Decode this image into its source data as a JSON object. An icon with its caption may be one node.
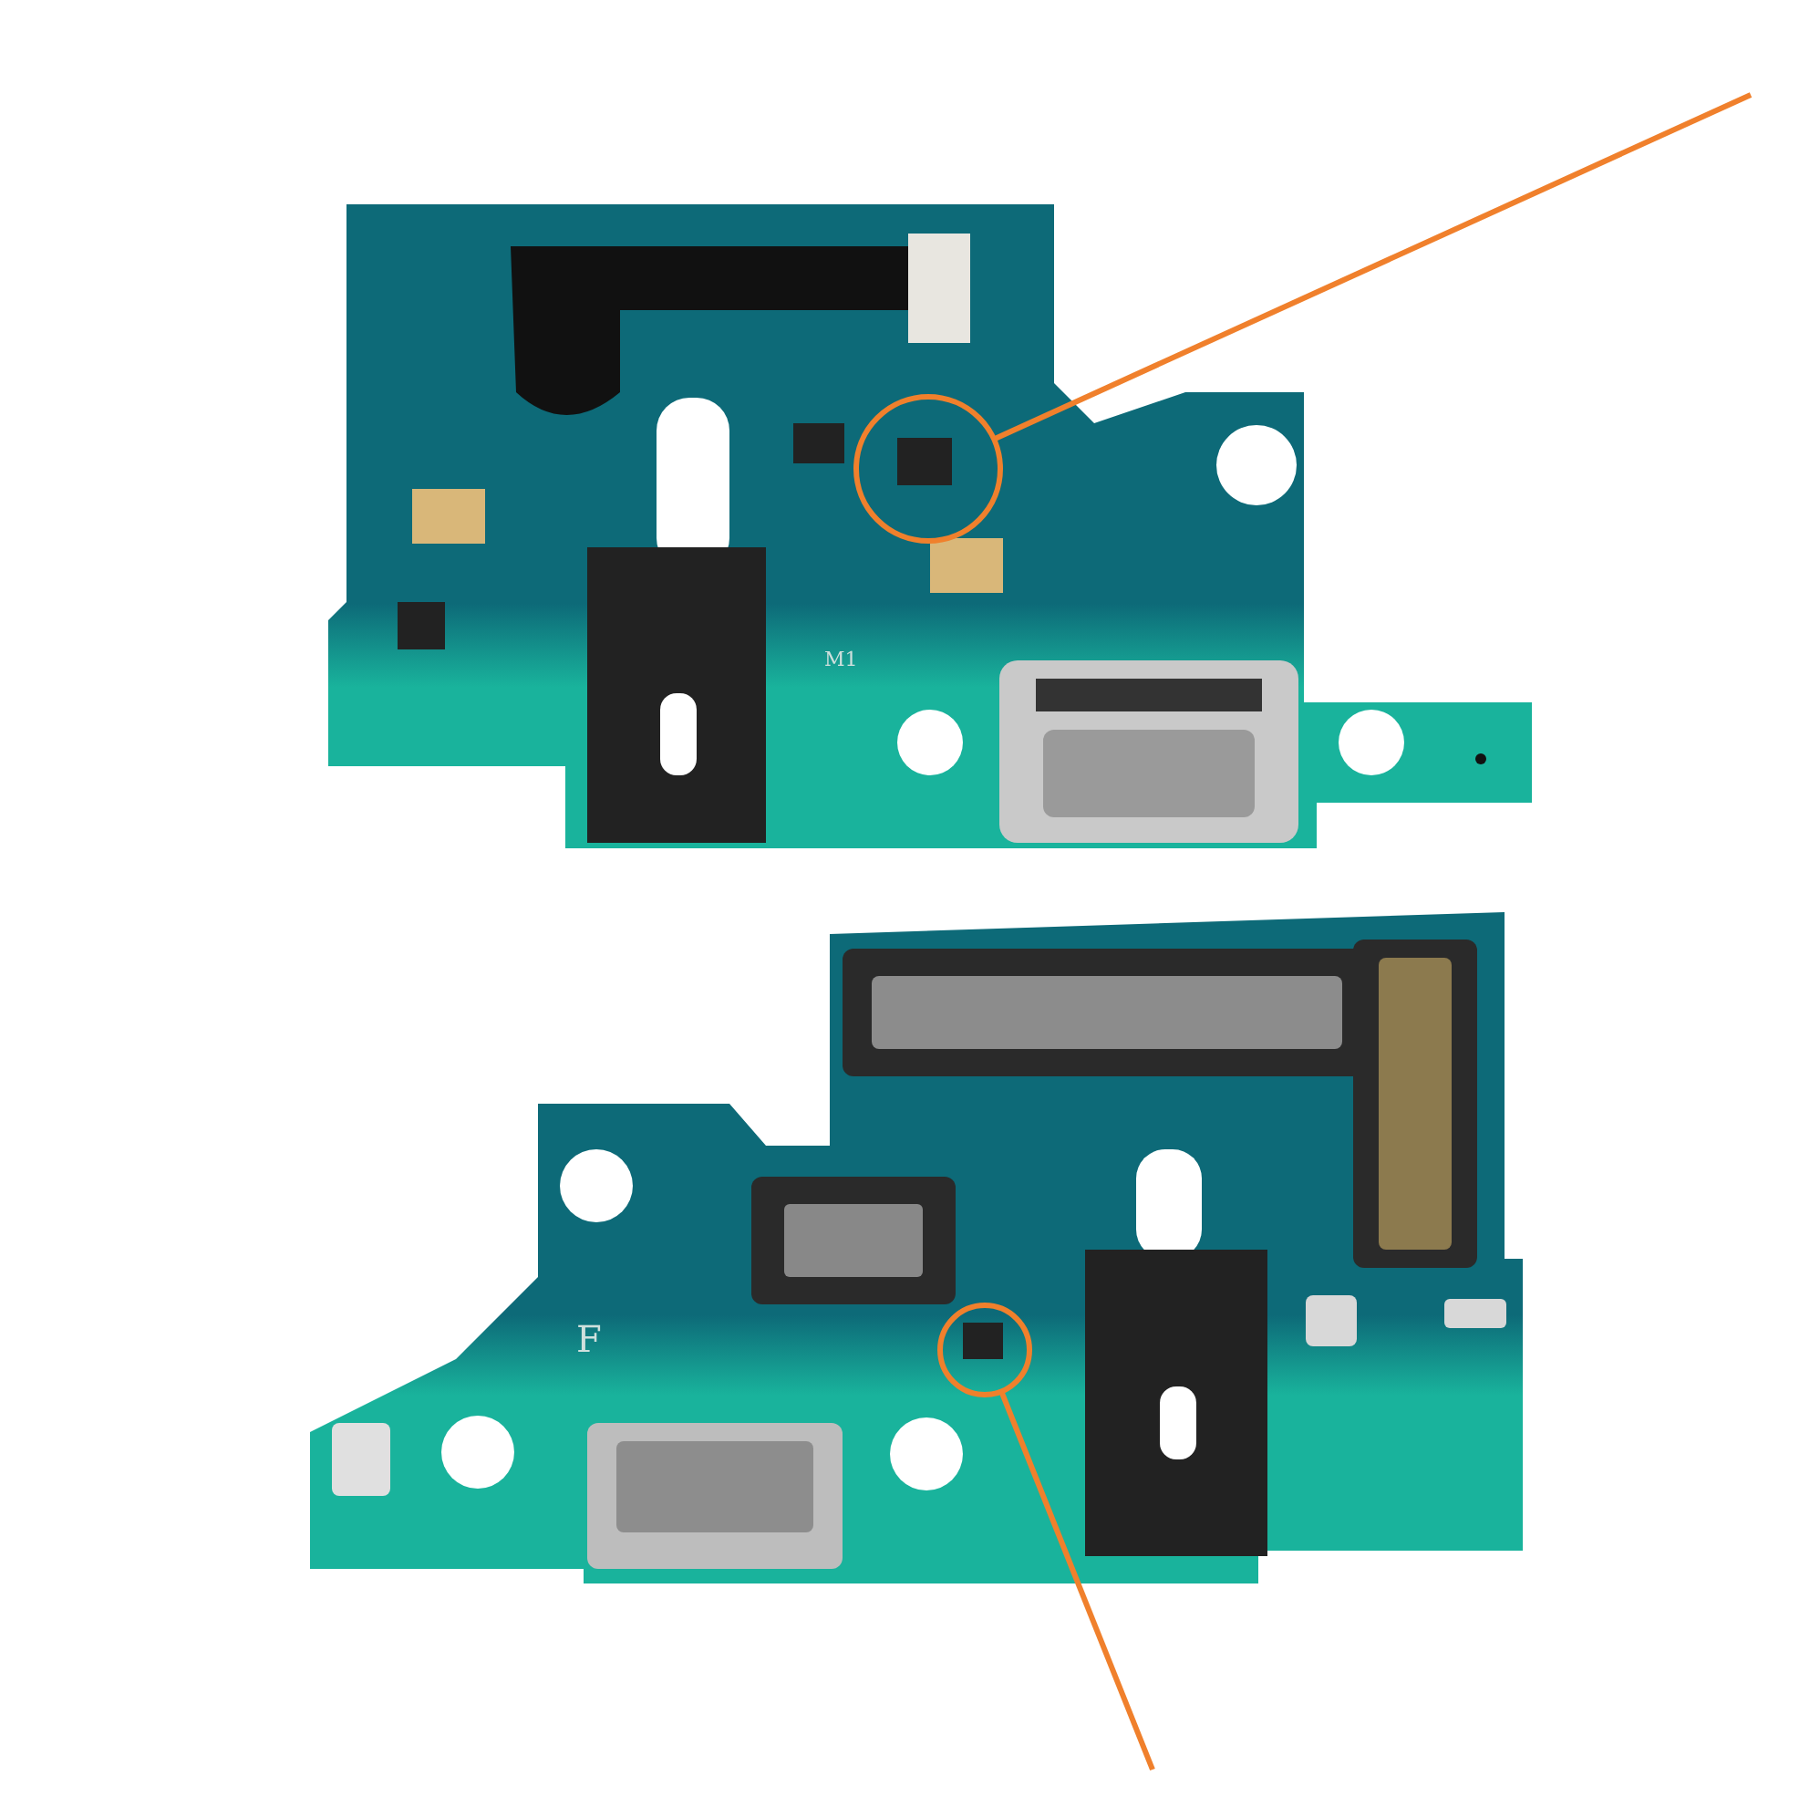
{
  "diagram": {
    "nodes": [
      {
        "text": [],
        "shape": "circle"
      },
      {
        "text": [],
        "shape": "circle"
      }
    ],
    "edges": [
      {
        "from": null,
        "to": 0,
        "arrow": "none"
      },
      {
        "from": null,
        "to": 1,
        "arrow": "none"
      }
    ],
    "labels": [
      "M1",
      "F"
    ]
  }
}
